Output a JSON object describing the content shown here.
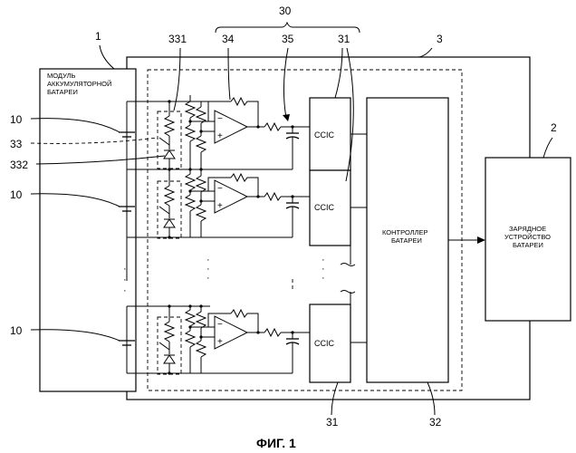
{
  "figure": {
    "caption": "ФИГ. 1",
    "refs": {
      "r30": "30",
      "r1": "1",
      "r331": "331",
      "r34": "34",
      "r35": "35",
      "r31_top": "31",
      "r3": "3",
      "r10_a": "10",
      "r33": "33",
      "r332": "332",
      "r10_b": "10",
      "r2": "2",
      "r10_c": "10",
      "r31_bottom": "31",
      "r32": "32"
    },
    "labels": {
      "module_line1": "МОДУЛЬ",
      "module_line2": "АККУМУЛЯТОРНОЙ",
      "module_line3": "БАТАРЕИ",
      "ccic_1": "CCIC",
      "ccic_2": "CCIC",
      "ccic_3": "CCIC",
      "controller_line1": "КОНТРОЛЛЕР",
      "controller_line2": "БАТАРЕИ",
      "charger_line1": "ЗАРЯДНОЕ",
      "charger_line2": "УСТРОЙСТВО",
      "charger_line3": "БАТАРЕИ"
    }
  }
}
